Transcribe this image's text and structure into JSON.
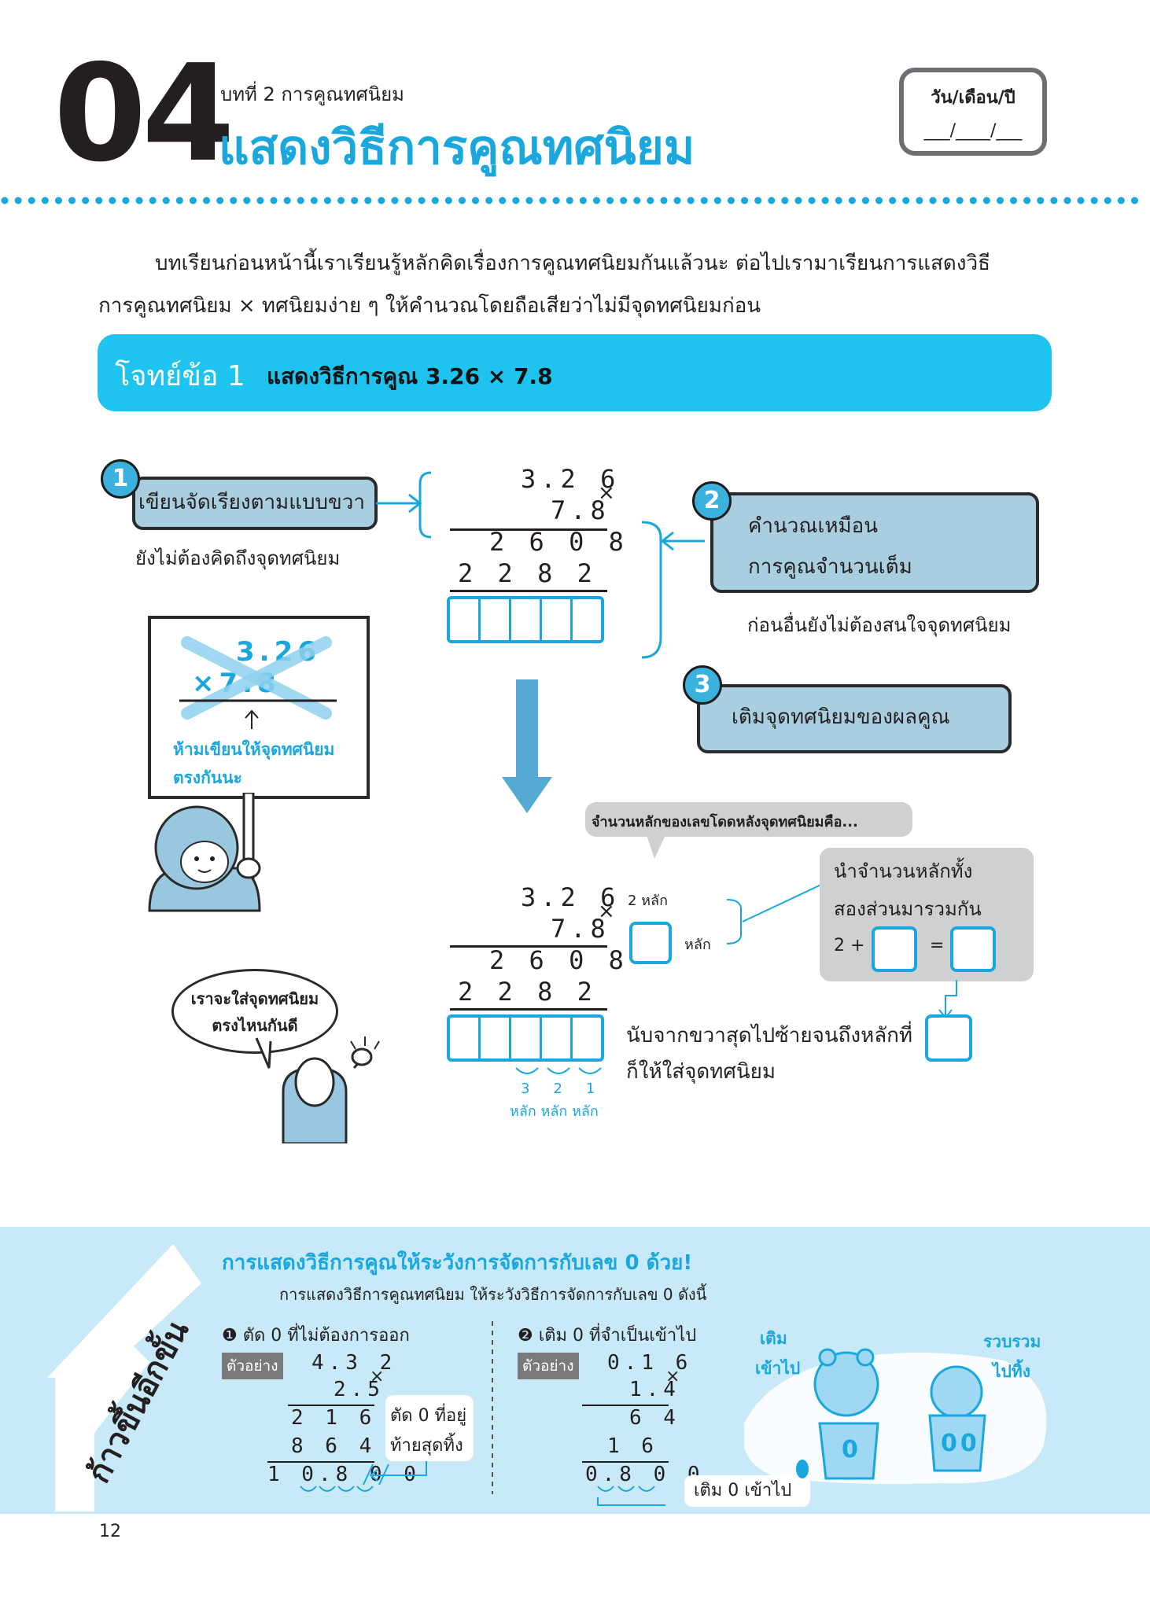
{
  "header": {
    "lesson_number": "04",
    "chapter": "บทที่ 2 การคูณทศนิยม",
    "title": "แสดงวิธีการคูณทศนิยม",
    "date_label": "วัน/เดือน/ปี",
    "date_blank": "___/____/___"
  },
  "intro": {
    "line1": "บทเรียนก่อนหน้านี้เราเรียนรู้หลักคิดเรื่องการคูณทศนิยมกันแล้วนะ ต่อไปเรามาเรียนการแสดงวิธี",
    "line2": "การคูณทศนิยม × ทศนิยมง่าย ๆ ให้คำนวณโดยถือเสียว่าไม่มีจุดทศนิยมก่อน"
  },
  "problem": {
    "label": "โจทย์ข้อ 1",
    "text": "แสดงวิธีการคูณ 3.26 × 7.8"
  },
  "steps": {
    "s1_num": "1",
    "s1_text": "เขียนจัดเรียงตามแบบขวา",
    "s1_note": "ยังไม่ต้องคิดถึงจุดทศนิยม",
    "s2_num": "2",
    "s2_line1": "คำนวณเหมือน",
    "s2_line2": "การคูณจำนวนเต็ม",
    "s2_note": "ก่อนอื่นยังไม่ต้องสนใจจุดทศนิยม",
    "s3_num": "3",
    "s3_text": "เติมจุดทศนิยมของผลคูณ"
  },
  "calc": {
    "row1": "3.2 6",
    "row2": "7.8",
    "times": "×",
    "p1": "2 6 0 8",
    "p2": "2 2 8 2"
  },
  "sign": {
    "row1": "3.26",
    "row2": "×7.8",
    "note_line1": "ห้ามเขียนให้จุดทศนิยม",
    "note_line2": "ตรงกันนะ"
  },
  "decimal_part": {
    "question": "จำนวนหลักของเลขโดดหลังจุดทศนิยมคือ...",
    "two_digits": "2 หลัก",
    "digit_word": "หลัก",
    "sum_line1": "นำจำนวนหลักทั้ง",
    "sum_line2": "สองส่วนมารวมกัน",
    "sum_plus": "2 +",
    "sum_eq": "=",
    "count_line1": "นับจากขวาสุดไปซ้ายจนถึงหลักที่",
    "count_line2": "ก็ให้ใส่จุดทศนิยม",
    "counts": [
      "3",
      "2",
      "1"
    ],
    "count_unit": "หลัก หลัก หลัก"
  },
  "bubble": {
    "line1": "เราจะใส่จุดทศนิยม",
    "line2": "ตรงไหนกันดี"
  },
  "step_up": {
    "side_label": "ก้าวขึ้นอีกขั้น",
    "title": "การแสดงวิธีการคูณให้ระวังการจัดการกับเลข 0 ด้วย!",
    "subtitle": "การแสดงวิธีการคูณทศนิยม ให้ระวังวิธีการจัดการกับเลข 0 ดังนี้",
    "rule1": "❶ ตัด 0 ที่ไม่ต้องการออก",
    "rule2": "❷ เติม 0 ที่จำเป็นเข้าไป",
    "example_tag": "ตัวอย่าง",
    "ex1": {
      "r1": "4.3 2",
      "r2": "2.5",
      "p1": "2 1 6 0",
      "p2": "8 6 4",
      "result": "1 0.8 0 0"
    },
    "ex1_note_line1": "ตัด 0 ที่อยู่",
    "ex1_note_line2": "ท้ายสุดทิ้ง",
    "ex2": {
      "r1": "0.1 6",
      "r2": "1.4",
      "p1": "6 4",
      "p2": "1 6",
      "result": "0.8 0 0"
    },
    "ex2_note": "เติม 0 เข้าไป",
    "bear1_line1": "เติม",
    "bear1_line2": "เข้าไป",
    "bear2_line1": "รวบรวม",
    "bear2_line2": "ไปทิ้ง",
    "pot1": "0",
    "pot2": "00"
  },
  "page_number": "12",
  "colors": {
    "accent": "#1aa7dd",
    "bar": "#1ec4ef",
    "step_fill": "#a8cee0",
    "band": "#c8e9f7"
  }
}
